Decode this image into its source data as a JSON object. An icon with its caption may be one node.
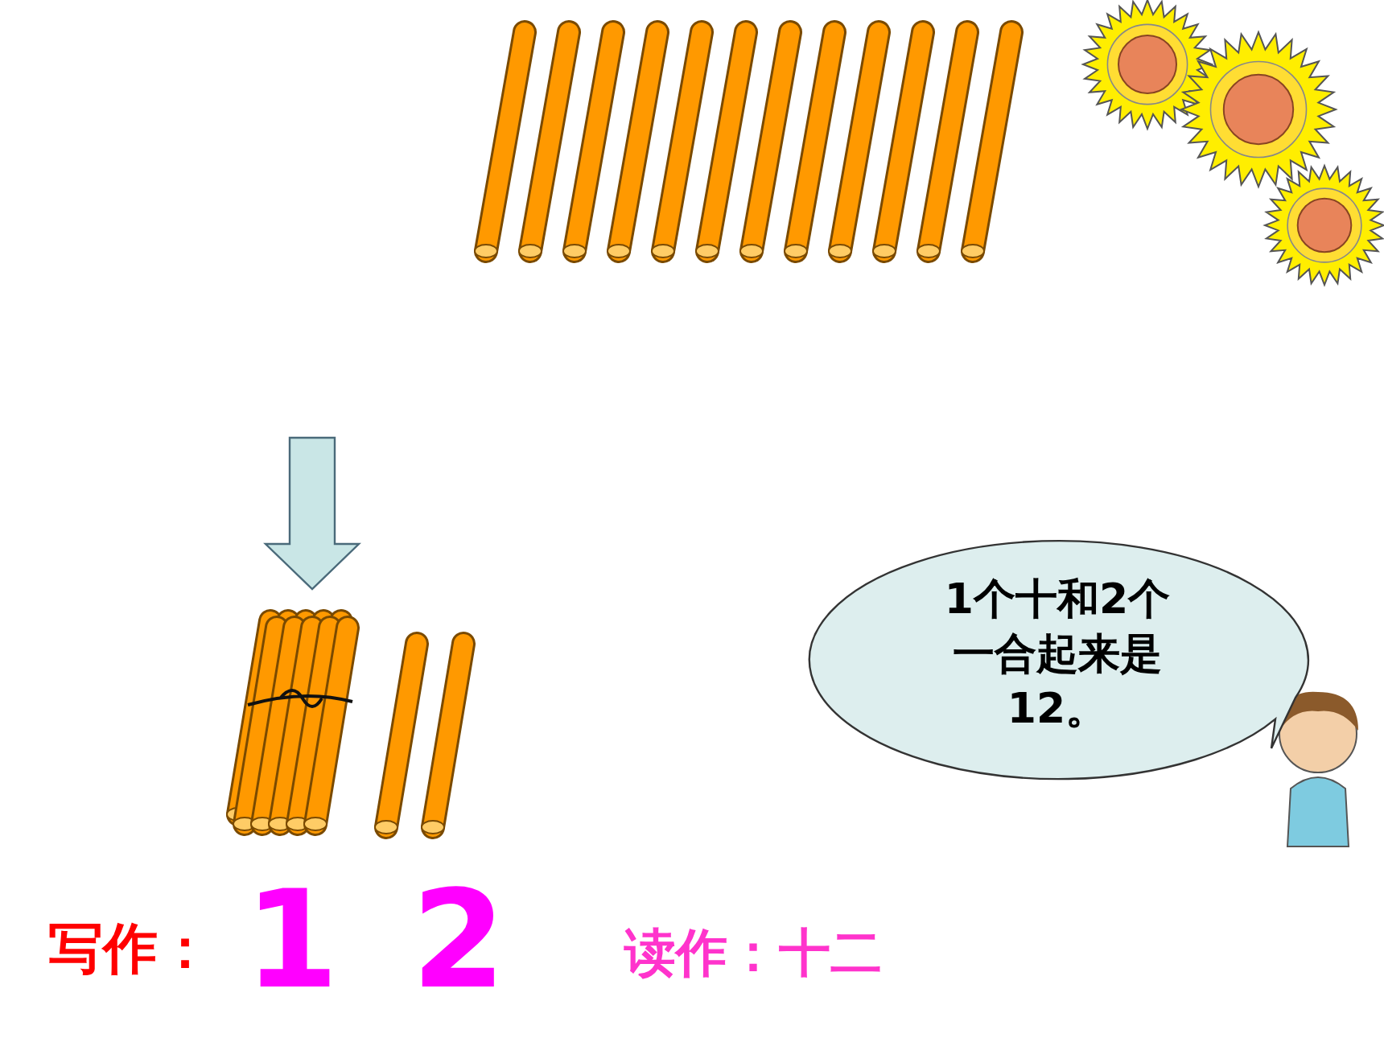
{
  "diagram": {
    "nodes": [
      {
        "text": [
          "1个十和2个一合起来是12。"
        ]
      }
    ],
    "labels": [
      "写作：",
      "1 2",
      "读作：十二"
    ]
  }
}
